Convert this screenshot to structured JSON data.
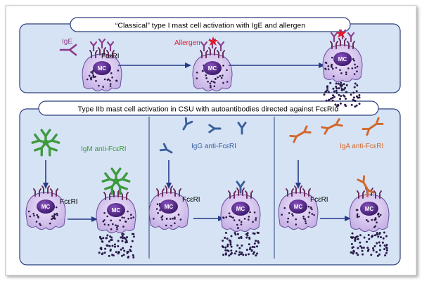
{
  "panel_top": {
    "title": "“Classical” type I mast cell activation with IgE and allergen",
    "ige_label": "IgE",
    "receptor_label": "FcεRI",
    "allergen_label": "Allergen",
    "cell_label": "MC"
  },
  "panel_bottom": {
    "title": "Type IIb mast cell activation in CSU with autoantibodies directed against FcεRIα",
    "igm": {
      "label": "IgM anti-FcεRI",
      "receptor_label": "FcεRI",
      "cell_label": "MC",
      "color": "#3e9a3e"
    },
    "igg": {
      "label": "IgG anti-FcεRI",
      "receptor_label": "FcεRI",
      "cell_label": "MC",
      "color": "#3a5f9c"
    },
    "iga": {
      "label": "IgA anti-FcεRI",
      "receptor_label": "FcεRI",
      "cell_label": "MC",
      "color": "#d2672a"
    }
  },
  "colors": {
    "panel_fill": "#d6e3f5",
    "panel_border": "#2b3f7a",
    "cell_fill": "#d9c9ee",
    "cell_dots": "#2a1a4a",
    "nucleus": "#5a2a8a",
    "receptor": "#6b2d5c",
    "ige": "#8a3a8a",
    "allergen": "#e21b2b",
    "arrow": "#243b86"
  }
}
